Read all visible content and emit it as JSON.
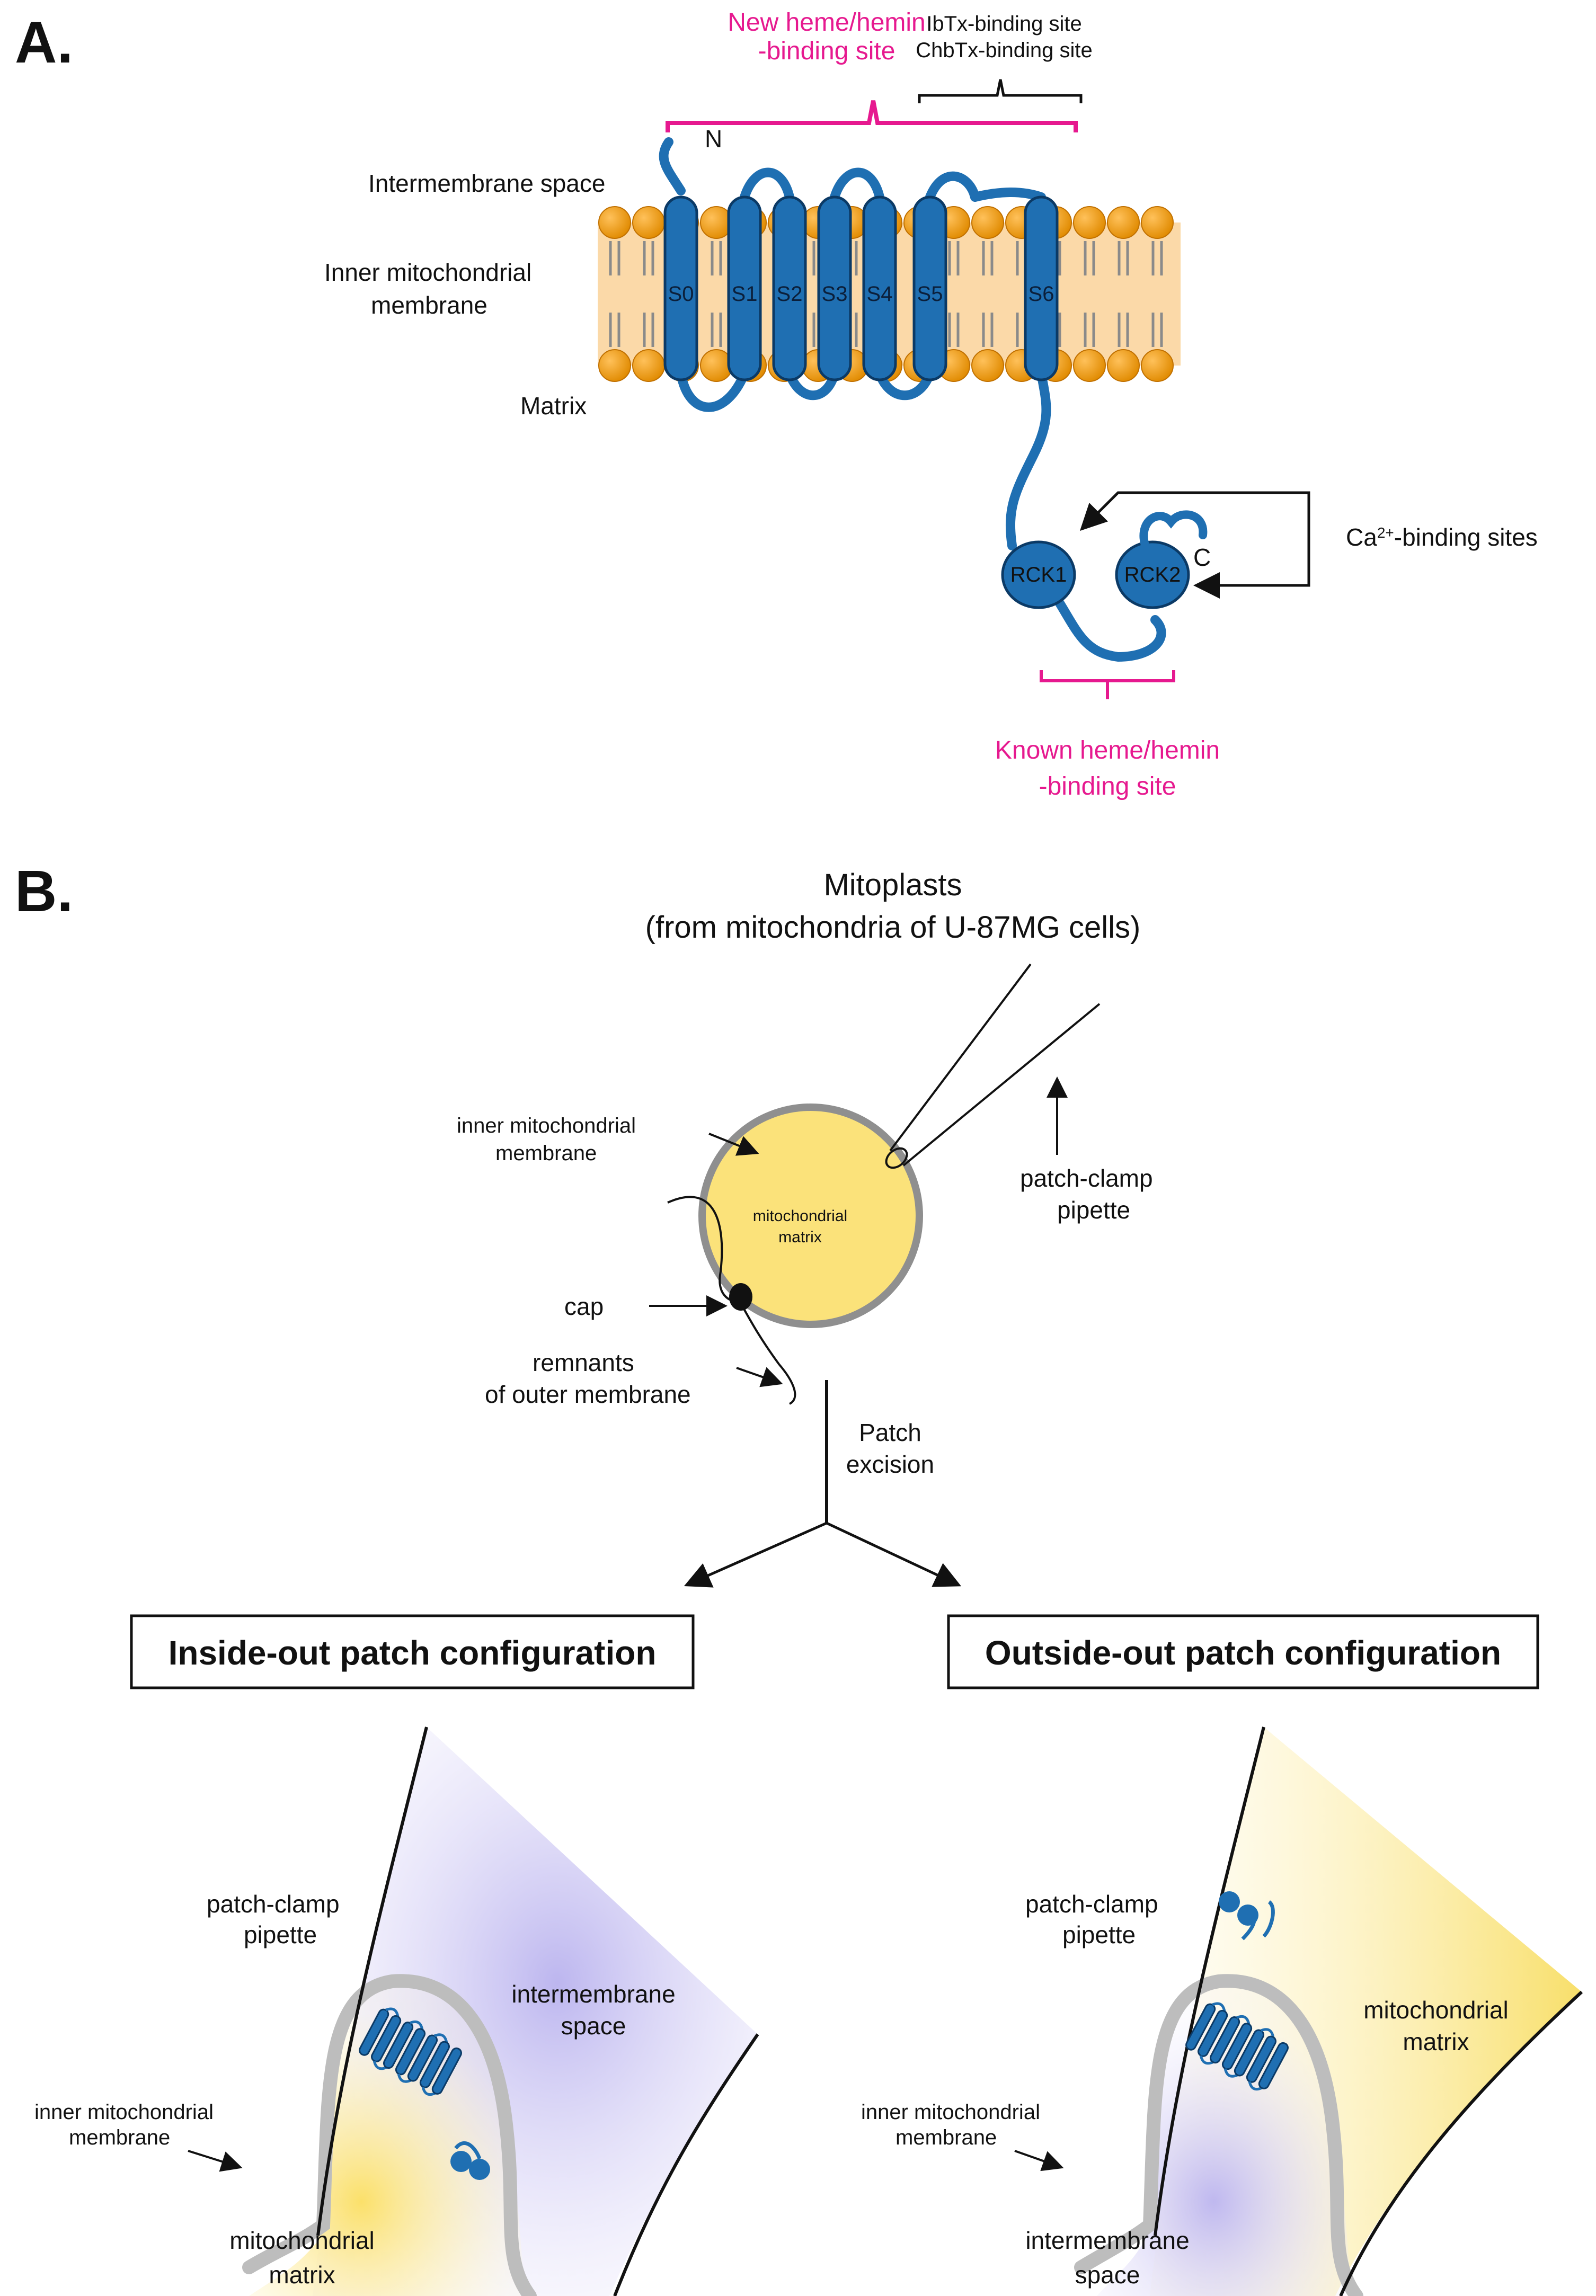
{
  "panel_a": {
    "label": "A.",
    "new_site_line1": "New heme/hemin",
    "new_site_line2": "-binding site",
    "toxin_line1": "IbTx-binding site",
    "toxin_line2": "ChbTx-binding site",
    "n_terminus": "N",
    "c_terminus": "C",
    "intermembrane_space": "Intermembrane space",
    "imm_line1": "Inner mitochondrial",
    "imm_line2": "membrane",
    "matrix": "Matrix",
    "helices": [
      "S0",
      "S1",
      "S2",
      "S3",
      "S4",
      "S5",
      "S6"
    ],
    "rck1": "RCK1",
    "rck2": "RCK2",
    "ca_sites": "Ca",
    "ca_sup": "2+",
    "ca_suffix": "-binding sites",
    "known_site_line1": "Known heme/hemin",
    "known_site_line2": "-binding site"
  },
  "panel_b": {
    "label": "B.",
    "title_line1": "Mitoplasts",
    "title_line2": "(from mitochondria of U-87MG cells)",
    "imm_line1": "inner mitochondrial",
    "imm_line2": "membrane",
    "matrix_line1": "mitochondrial",
    "matrix_line2": "matrix",
    "pipette_line1": "patch-clamp",
    "pipette_line2": "pipette",
    "cap": "cap",
    "remnants_line1": "remnants",
    "remnants_line2": "of outer membrane",
    "excision_line1": "Patch",
    "excision_line2": "excision",
    "inside_out": "Inside-out patch configuration",
    "outside_out": "Outside-out patch configuration",
    "io_pipette_line1": "patch-clamp",
    "io_pipette_line2": "pipette",
    "io_ims_line1": "intermembrane",
    "io_ims_line2": "space",
    "io_imm_line1": "inner mitochondrial",
    "io_imm_line2": "membrane",
    "io_matrix_line1": "mitochondrial",
    "io_matrix_line2": "matrix",
    "oo_pipette_line1": "patch-clamp",
    "oo_pipette_line2": "pipette",
    "oo_matrix_line1": "mitochondrial",
    "oo_matrix_line2": "matrix",
    "oo_imm_line1": "inner mitochondrial",
    "oo_imm_line2": "membrane",
    "oo_ims_line1": "intermembrane",
    "oo_ims_line2": "space"
  },
  "colors": {
    "protein_blue": "#1f6fb2",
    "protein_outline": "#0b3a66",
    "lipid_head": "#f39c12",
    "membrane_fill": "#fbd9a8",
    "matrix_yellow": "#fbe27a",
    "ims_purple": "#c9c3f0",
    "magenta": "#e6198f"
  }
}
